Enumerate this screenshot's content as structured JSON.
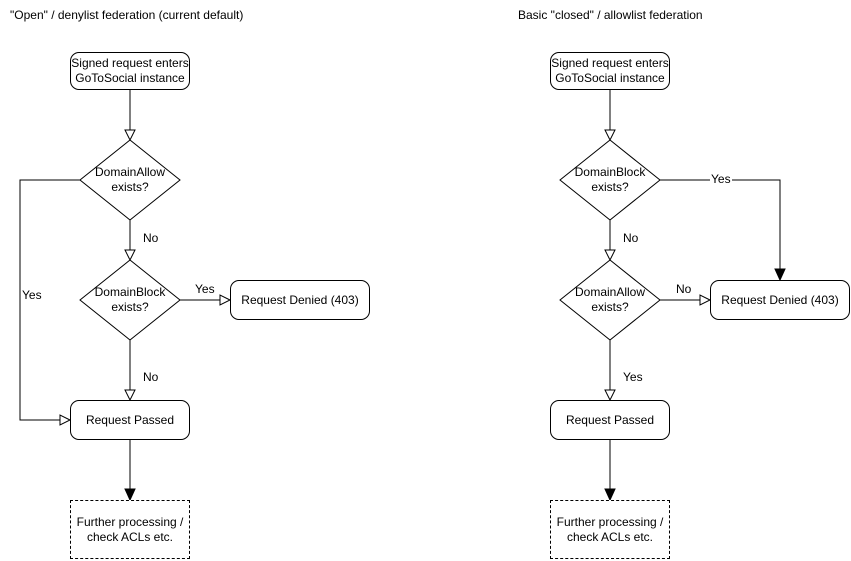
{
  "left": {
    "title": "\"Open\" / denylist federation (current default)",
    "start": "Signed request enters\nGoToSocial instance",
    "decision1": "DomainAllow\nexists?",
    "decision2": "DomainBlock\nexists?",
    "denied": "Request Denied (403)",
    "passed": "Request Passed",
    "further": "Further processing /\ncheck ACLs etc.",
    "labels": {
      "d1_yes": "Yes",
      "d1_no": "No",
      "d2_yes": "Yes",
      "d2_no": "No"
    }
  },
  "right": {
    "title": "Basic \"closed\" / allowlist federation",
    "start": "Signed request enters\nGoToSocial instance",
    "decision1": "DomainBlock\nexists?",
    "decision2": "DomainAllow\nexists?",
    "denied": "Request Denied (403)",
    "passed": "Request Passed",
    "further": "Further processing /\ncheck ACLs etc.",
    "labels": {
      "d1_yes": "Yes",
      "d1_no": "No",
      "d2_no": "No",
      "d2_yes": "Yes"
    }
  },
  "colors": {
    "stroke": "#000000",
    "background": "#ffffff",
    "text": "#000000"
  }
}
